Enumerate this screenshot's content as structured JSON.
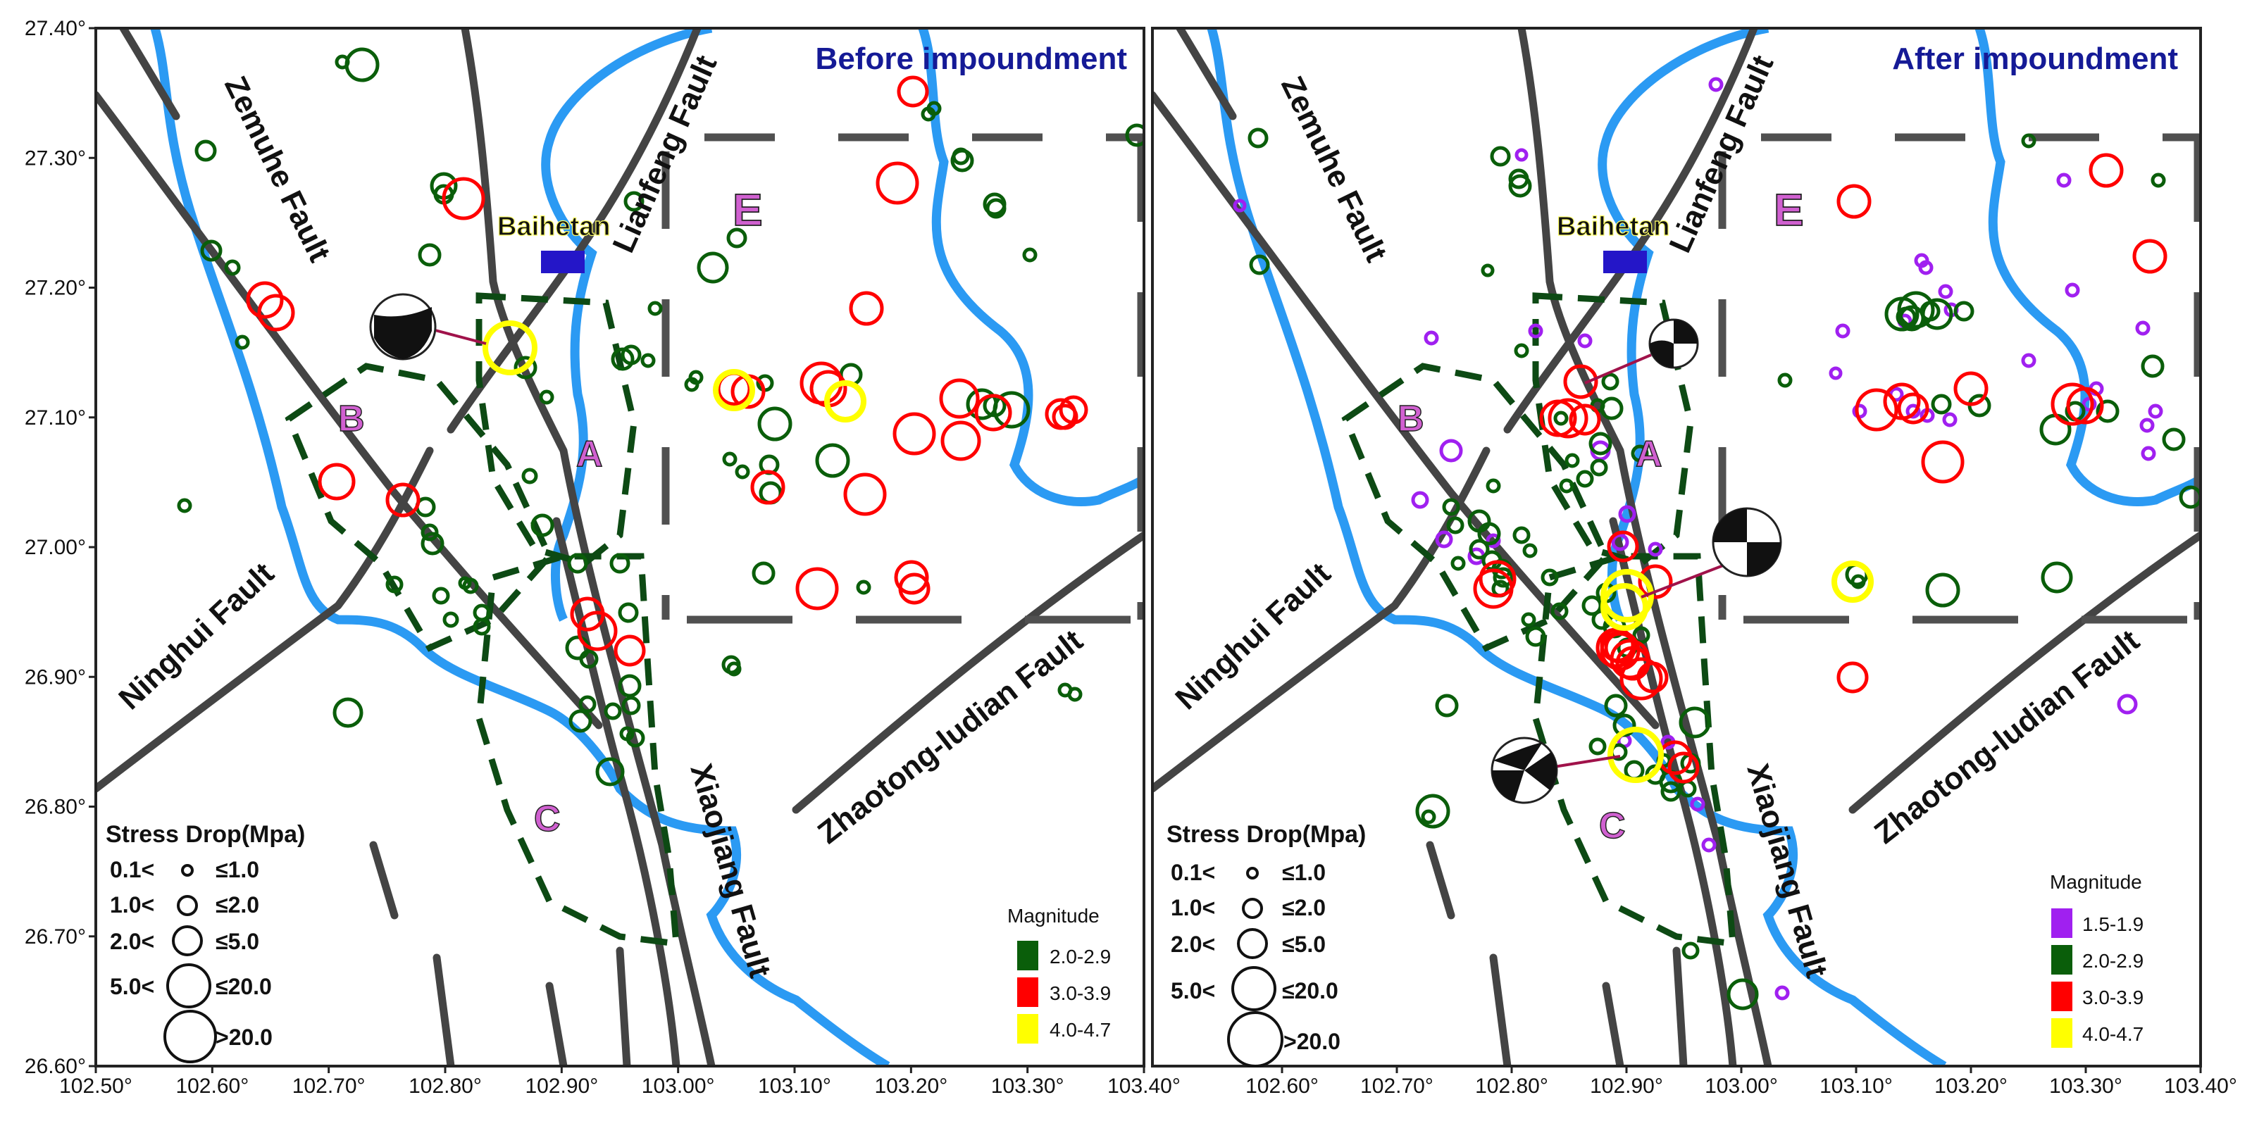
{
  "panels": [
    {
      "title": "Before impoundment",
      "x_ticks": [
        "102.50°",
        "102.60°",
        "102.70°",
        "102.80°",
        "102.90°",
        "103.00°",
        "103.10°",
        "103.20°",
        "103.30°",
        "103.40°"
      ],
      "y_ticks": [
        "27.40°",
        "27.30°",
        "27.20°",
        "27.10°",
        "27.00°",
        "26.90°",
        "26.80°",
        "26.70°",
        "26.60°"
      ],
      "stress_legend": {
        "title": "Stress Drop(Mpa)",
        "rows": [
          {
            "lo": "0.1<",
            "hi": "≤1.0"
          },
          {
            "lo": "1.0<",
            "hi": "≤2.0"
          },
          {
            "lo": "2.0<",
            "hi": "≤5.0"
          },
          {
            "lo": "5.0<",
            "hi": "≤20.0"
          },
          {
            "lo": "",
            "hi": ">20.0"
          }
        ]
      },
      "mag_legend": {
        "title": "Magnitude",
        "items": [
          {
            "label": "2.0-2.9",
            "color": "#0a5e0a"
          },
          {
            "label": "3.0-3.9",
            "color": "#ff0000"
          },
          {
            "label": "4.0-4.7",
            "color": "#ffff00"
          }
        ]
      }
    },
    {
      "title": "After impoundment",
      "x_ticks": [
        "102.60°",
        "102.70°",
        "102.80°",
        "102.90°",
        "103.00°",
        "103.10°",
        "103.20°",
        "103.30°",
        "103.40°"
      ],
      "stress_legend": {
        "title": "Stress Drop(Mpa)",
        "rows": [
          {
            "lo": "0.1<",
            "hi": "≤1.0"
          },
          {
            "lo": "1.0<",
            "hi": "≤2.0"
          },
          {
            "lo": "2.0<",
            "hi": "≤5.0"
          },
          {
            "lo": "5.0<",
            "hi": "≤20.0"
          },
          {
            "lo": "",
            "hi": ">20.0"
          }
        ]
      },
      "mag_legend": {
        "title": "Magnitude",
        "items": [
          {
            "label": "1.5-1.9",
            "color": "#a020f0"
          },
          {
            "label": "2.0-2.9",
            "color": "#0a5e0a"
          },
          {
            "label": "3.0-3.9",
            "color": "#ff0000"
          },
          {
            "label": "4.0-4.7",
            "color": "#ffff00"
          }
        ]
      }
    }
  ],
  "labels": {
    "zemuhe": "Zemuhe Fault",
    "lianfeng": "Lianfeng Fault",
    "ninghui": "Ninghui Fault",
    "xiaojiang": "Xiaojiang Fault",
    "zhaotong": "Zhaotong-ludian Fault",
    "baihetan": "Baihetan",
    "zone_a": "A",
    "zone_b": "B",
    "zone_c": "C",
    "zone_e": "E"
  },
  "colors": {
    "river": "#2b9af3",
    "fault": "#444444",
    "zone": "#0d4a14",
    "title": "#151a96",
    "station": "#2416c8",
    "mag_15": "#a020f0",
    "mag_20": "#0a5e0a",
    "mag_30": "#ff0000",
    "mag_40": "#ffff00"
  }
}
